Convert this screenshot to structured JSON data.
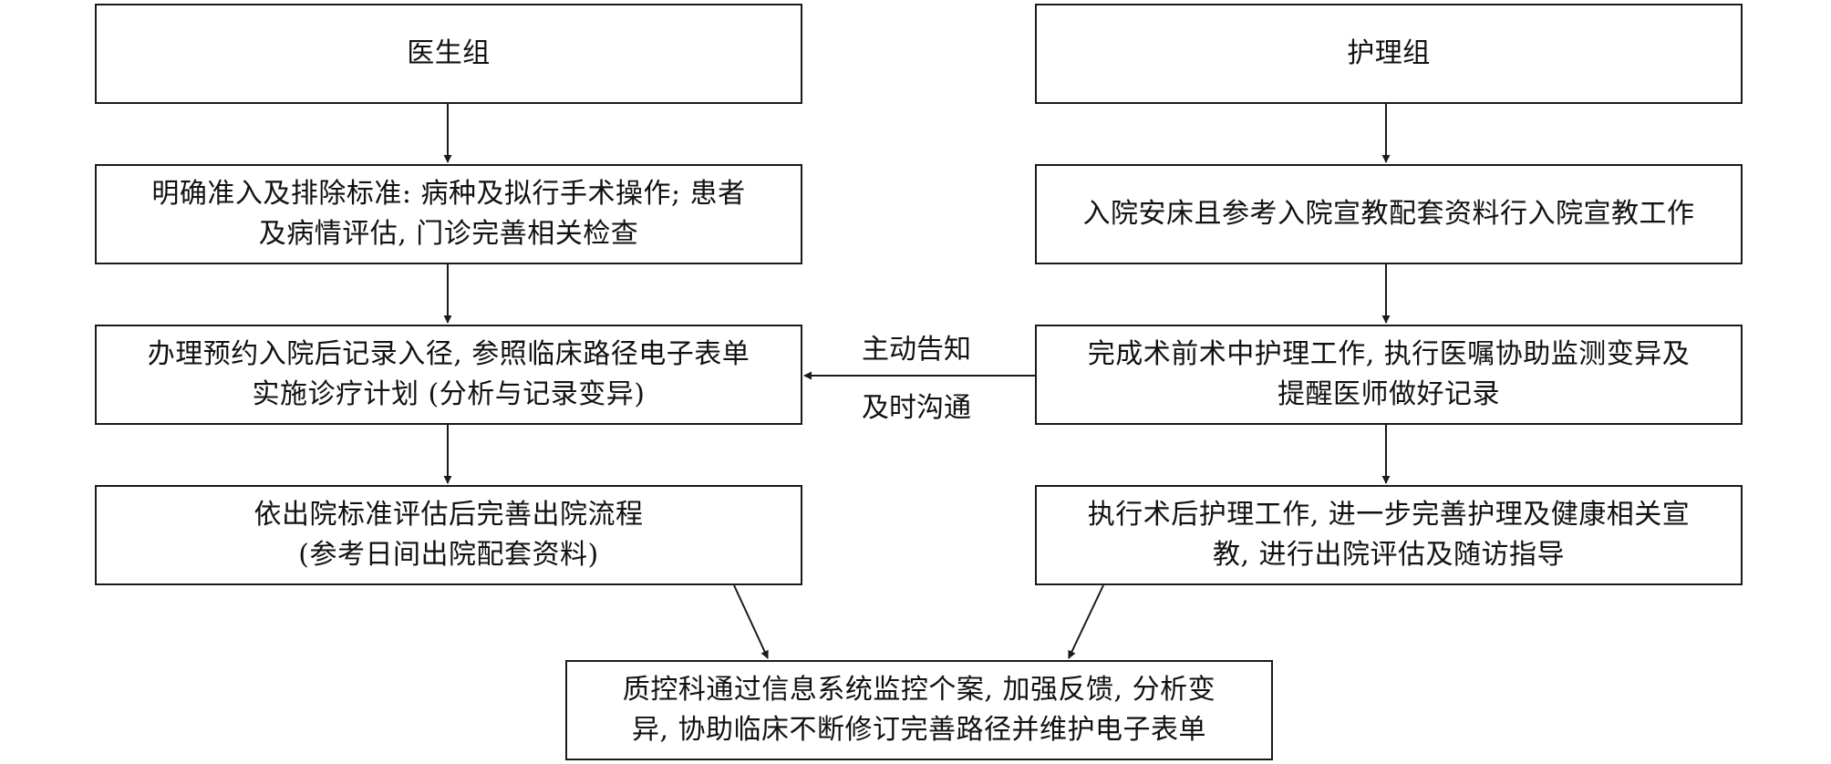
{
  "doctor_group": {
    "title": "医生组",
    "steps": [
      [
        "明确准入及排除标准: 病种及拟行手术操作; 患者",
        "及病情评估, 门诊完善相关检查"
      ],
      [
        "办理预约入院后记录入径, 参照临床路径电子表单",
        "实施诊疗计划 (分析与记录变异)"
      ],
      [
        "依出院标准评估后完善出院流程",
        "(参考日间出院配套资料)"
      ]
    ]
  },
  "nursing_group": {
    "title": "护理组",
    "steps": [
      [
        "入院安床且参考入院宣教配套资料行入院宣教工作"
      ],
      [
        "完成术前术中护理工作, 执行医嘱协助监测变异及",
        "提醒医师做好记录"
      ],
      [
        "执行术后护理工作, 进一步完善护理及健康相关宣",
        "教, 进行出院评估及随访指导"
      ]
    ]
  },
  "communication_link": {
    "line1": "主动告知",
    "line2": "及时沟通"
  },
  "quality_control": {
    "lines": [
      "质控科通过信息系统监控个案, 加强反馈, 分析变",
      "异, 协助临床不断修订完善路径并维护电子表单"
    ]
  }
}
